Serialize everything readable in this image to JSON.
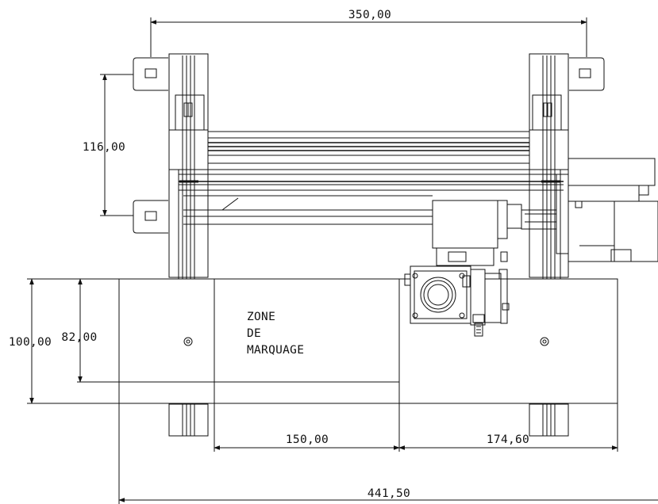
{
  "drawing": {
    "dimensions": {
      "top_width": "350,00",
      "left_height": "116,00",
      "outer_height": "100,00",
      "inner_height": "82,00",
      "mid_width": "150,00",
      "right_width": "174,60",
      "total_width": "441,50"
    },
    "zone_label": {
      "line1": "ZONE",
      "line2": "DE",
      "line3": "MARQUAGE"
    }
  }
}
